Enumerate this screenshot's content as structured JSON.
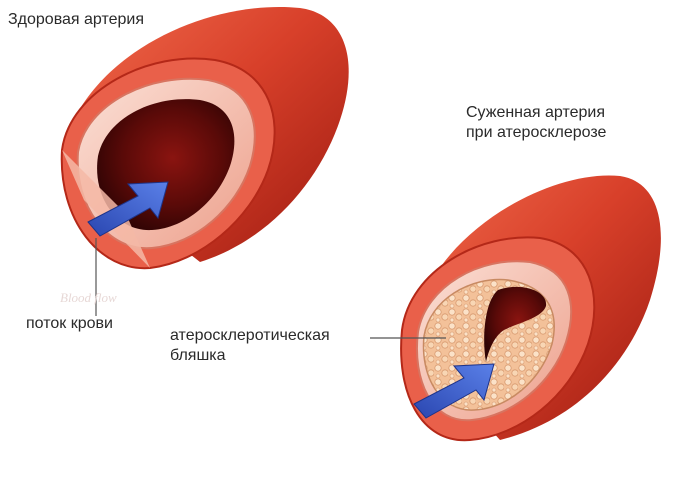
{
  "labels": {
    "healthy_artery": "Здоровая артерия",
    "narrowed_artery_line1": "Суженная артерия",
    "narrowed_artery_line2": "при атеросклерозе",
    "blood_flow": "поток крови",
    "plaque_line1": "атеросклеротическая",
    "plaque_line2": "бляшка",
    "watermark": "Blood flow"
  },
  "colors": {
    "artery_outer": "#d8402a",
    "artery_dark": "#a81e12",
    "artery_highlight": "#f08a70",
    "lumen_dark": "#5a0a08",
    "wall_section": "#f6c2b4",
    "plaque": "#f5c9a0",
    "arrow": "#3a5cc8",
    "pointer_line": "#555555"
  },
  "icons": {
    "flow_arrow": "arrow-icon"
  }
}
